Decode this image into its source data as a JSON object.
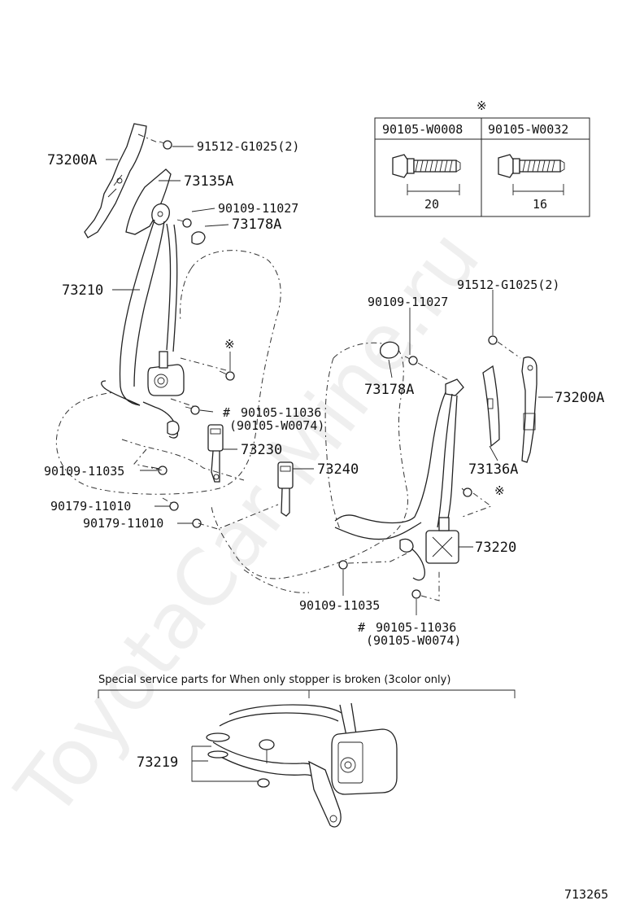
{
  "watermark": "ToyotaCar Mine.ru",
  "bolt_table": {
    "mark": "※",
    "col1_header": "90105-W0008",
    "col2_header": "90105-W0032",
    "col1_length": "20",
    "col2_length": "16"
  },
  "labels": {
    "p73200a_left": "73200A",
    "p91512_left": "91512-G1025(2)",
    "p73135a": "73135A",
    "p90109_11027_left": "90109-11027",
    "p73178a_left": "73178A",
    "p73210": "73210",
    "mark_left": "※",
    "p90105_11036_left_hash": "#",
    "p90105_11036_left": "90105-11036",
    "p90105_w0074_left": "(90105-W0074)",
    "p73230": "73230",
    "p90109_11035_left": "90109-11035",
    "p73240": "73240",
    "p90179_a": "90179-11010",
    "p90179_b": "90179-11010",
    "p91512_right": "91512-G1025(2)",
    "p90109_11027_right": "90109-11027",
    "p73178a_right": "73178A",
    "p73200a_right": "73200A",
    "p73136a": "73136A",
    "mark_right": "※",
    "p73220": "73220",
    "p90109_11035_right": "90109-11035",
    "p90105_11036_right_hash": "#",
    "p90105_11036_right": "90105-11036",
    "p90105_w0074_right": "(90105-W0074)"
  },
  "special_parts": {
    "caption": "Special service parts for When only stopper is broken (3color only)",
    "p73219": "73219"
  },
  "diagram_number": "713265"
}
